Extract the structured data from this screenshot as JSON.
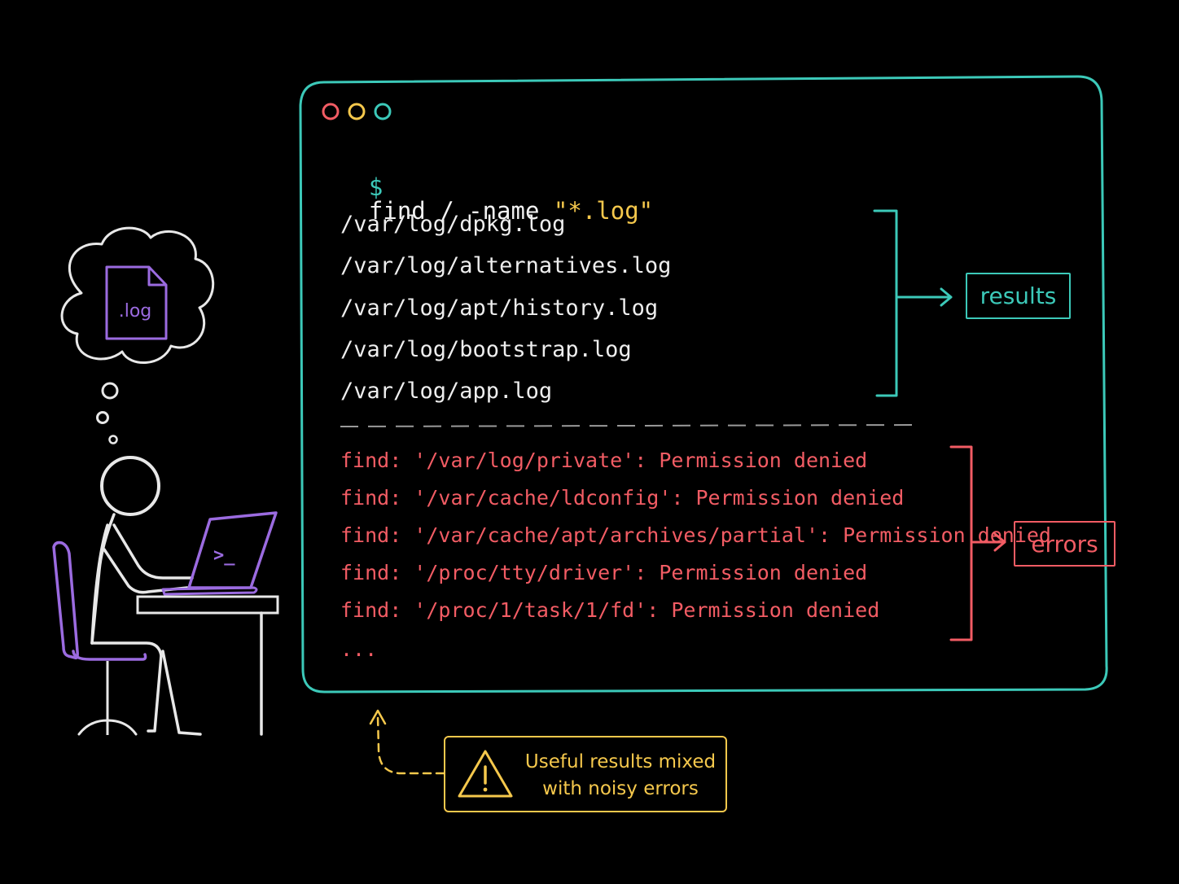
{
  "terminal": {
    "window_controls": [
      "close",
      "minimize",
      "maximize"
    ],
    "command": {
      "prompt": "$",
      "text": "find / -name ",
      "argument": "\"*.log\""
    },
    "results": [
      "/var/log/dpkg.log",
      "/var/log/alternatives.log",
      "/var/log/apt/history.log",
      "/var/log/bootstrap.log",
      "/var/log/app.log"
    ],
    "errors": [
      "find: '/var/log/private': Permission denied",
      "find: '/var/cache/ldconfig': Permission denied",
      "find: '/var/cache/apt/archives/partial': Permission denied",
      "find: '/proc/tty/driver': Permission denied",
      "find: '/proc/1/task/1/fd': Permission denied"
    ],
    "ellipsis": "..."
  },
  "labels": {
    "results": "results",
    "errors": "errors"
  },
  "thought": {
    "file_label": ".log"
  },
  "laptop": {
    "prompt_glyph": ">_"
  },
  "warning": {
    "line1": "Useful results mixed",
    "line2": "with noisy errors",
    "icon": "warning-triangle-icon"
  },
  "colors": {
    "background": "#000000",
    "terminal_border": "#3cc9b9",
    "results": "#3cc9b9",
    "errors": "#f25c64",
    "warning": "#f5c84c",
    "accent_purple": "#9b6be0",
    "control_red": "#f25c64",
    "control_yellow": "#f5c84c",
    "control_teal": "#3cc9b9"
  }
}
